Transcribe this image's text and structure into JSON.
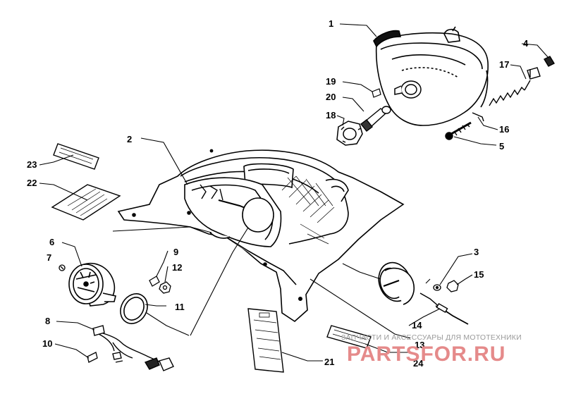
{
  "diagram": {
    "callouts": {
      "c1": "1",
      "c2": "2",
      "c3": "3",
      "c4": "4",
      "c5": "5",
      "c6": "6",
      "c7": "7",
      "c8": "8",
      "c9": "9",
      "c10": "10",
      "c11": "11",
      "c12": "12",
      "c13": "13",
      "c14": "14",
      "c15": "15",
      "c16": "16",
      "c17": "17",
      "c18": "18",
      "c19": "19",
      "c20": "20",
      "c21": "21",
      "c22": "22",
      "c23": "23",
      "c24": "24"
    }
  },
  "watermark": {
    "tagline": "ЗАПЧАСТИ И АКСЕССУАРЫ ДЛЯ МОТОТЕХНИКИ",
    "brand": "PARTSFOR.RU",
    "color": "#e58a8a"
  }
}
